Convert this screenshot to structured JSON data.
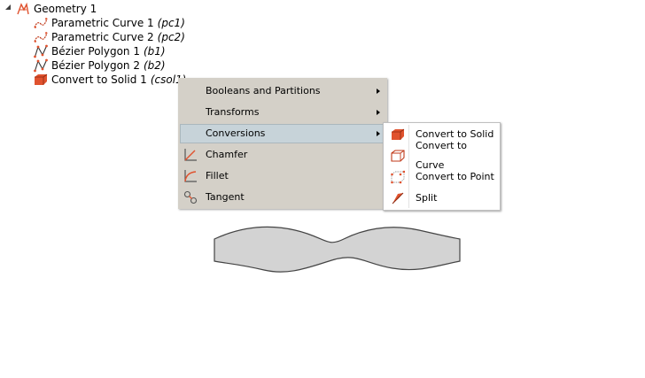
{
  "tree": {
    "root": {
      "label": "Geometry 1",
      "icon": "geometry-icon"
    },
    "children": [
      {
        "label": "Parametric Curve 1",
        "tag": "(pc1)",
        "icon": "parametric-curve-icon"
      },
      {
        "label": "Parametric Curve 2",
        "tag": "(pc2)",
        "icon": "parametric-curve-icon"
      },
      {
        "label": "Bézier Polygon 1",
        "tag": "(b1)",
        "icon": "bezier-polygon-icon"
      },
      {
        "label": "Bézier Polygon 2",
        "tag": "(b2)",
        "icon": "bezier-polygon-icon"
      },
      {
        "label": "Convert to Solid 1",
        "tag": "(csol1)",
        "icon": "convert-to-solid-icon"
      }
    ]
  },
  "context_menu": {
    "items": [
      {
        "label": "Booleans and Partitions",
        "submenu": true
      },
      {
        "label": "Transforms",
        "submenu": true
      },
      {
        "label": "Conversions",
        "submenu": true,
        "highlighted": true
      },
      {
        "label": "Chamfer",
        "icon": "chamfer-icon"
      },
      {
        "label": "Fillet",
        "icon": "fillet-icon"
      },
      {
        "label": "Tangent",
        "icon": "tangent-icon"
      }
    ]
  },
  "conversions_submenu": {
    "items": [
      {
        "label": "Convert to Solid",
        "icon": "convert-to-solid-icon"
      },
      {
        "label": "Convert to Curve",
        "icon": "convert-to-curve-icon"
      },
      {
        "label": "Convert to Point",
        "icon": "convert-to-point-icon"
      },
      {
        "label": "Split",
        "icon": "split-icon"
      }
    ]
  },
  "colors": {
    "icon_accent": "#e0522e",
    "menu_bg": "#d4d0c8",
    "menu_highlight": "#c7d3d9",
    "shape_fill": "#d3d3d3"
  }
}
